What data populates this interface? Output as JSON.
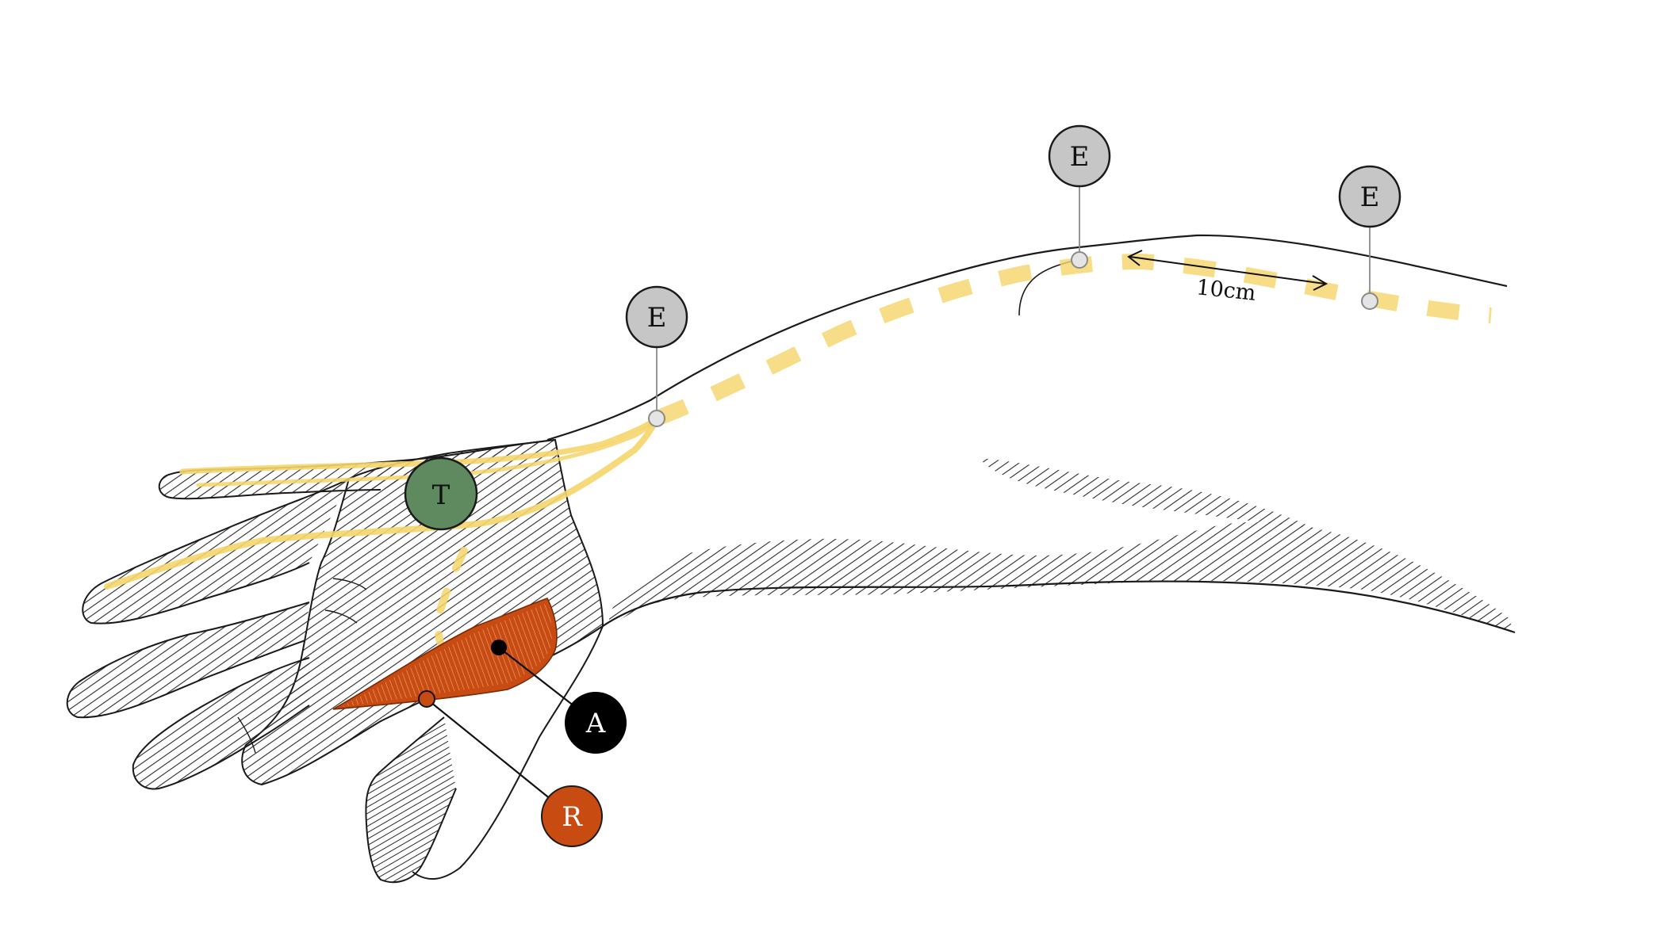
{
  "colors": {
    "background": "#ffffff",
    "outline": "#1a1a1a",
    "hatch": "#2a2a2a",
    "nerve": "#f5d56a",
    "marker_E": "#c6c6c6",
    "marker_T": "#5f8a5f",
    "marker_A": "#000000",
    "marker_R": "#c84b12",
    "muscle": "#c84b12"
  },
  "markers": {
    "e_wrist": {
      "label": "E",
      "role": "electrode",
      "color": "#c6c6c6",
      "text_color": "#111111"
    },
    "e_elbow": {
      "label": "E",
      "role": "electrode",
      "color": "#c6c6c6",
      "text_color": "#111111"
    },
    "e_upper": {
      "label": "E",
      "role": "electrode",
      "color": "#c6c6c6",
      "text_color": "#111111"
    },
    "t": {
      "label": "T",
      "role": "tendon site",
      "color": "#5f8a5f",
      "text_color": "#111111"
    },
    "a": {
      "label": "A",
      "role": "active electrode",
      "color": "#000000",
      "text_color": "#ffffff"
    },
    "r": {
      "label": "R",
      "role": "reference electrode",
      "color": "#c84b12",
      "text_color": "#ffffff"
    }
  },
  "measurement": {
    "label": "10cm",
    "value": 10,
    "unit": "cm"
  },
  "icons": {
    "arm": "arm-illustration-icon",
    "muscle": "muscle-icon",
    "nerve": "nerve-icon"
  }
}
